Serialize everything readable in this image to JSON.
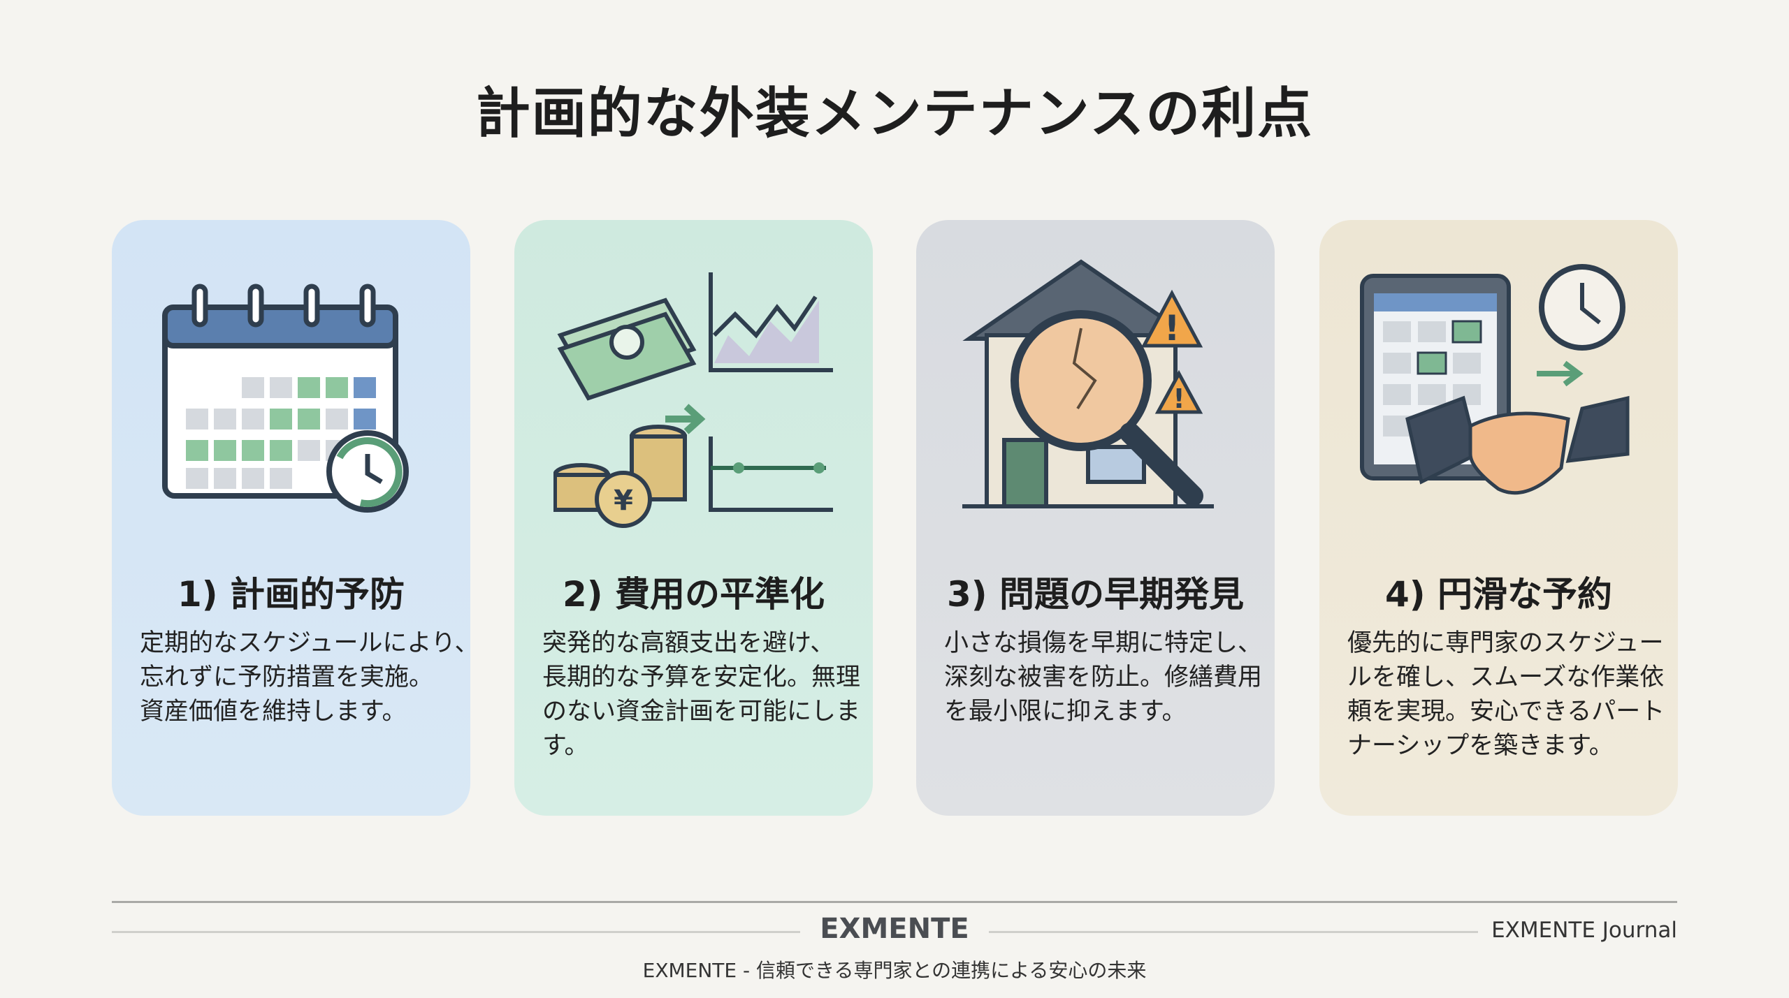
{
  "title": "計画的な外装メンテナンスの利点",
  "cards": [
    {
      "heading": "1) 計画的予防",
      "icon": "calendar-check-icon",
      "lines": [
        "定期的なスケジュールにより、",
        "忘れずに予防措置を実施。",
        "資産価値を維持します。"
      ]
    },
    {
      "heading": "2) 費用の平準化",
      "icon": "money-chart-icon",
      "lines": [
        "突発的な高額支出を避け、",
        "長期的な予算を安定化。無理",
        "のない資金計画を可能にしま",
        "す。"
      ]
    },
    {
      "heading": "3) 問題の早期発見",
      "icon": "house-magnifier-icon",
      "lines": [
        "小さな損傷を早期に特定し、",
        "深刻な被害を防止。修繕費用",
        "を最小限に抑えます。"
      ]
    },
    {
      "heading": "4) 円滑な予約",
      "icon": "tablet-handshake-icon",
      "lines": [
        "優先的に専門家のスケジュー",
        "ルを確し、スムーズな作業依",
        "頼を実現。安心できるパート",
        "ナーシップを築きます。"
      ]
    }
  ],
  "footer": {
    "brand": "EXMENTE",
    "journal": "EXMENTE Journal",
    "tagline": "EXMENTE - 信頼できる専門家との連携による安心の未来"
  },
  "colors": {
    "card1": "#d6e6f5",
    "card2": "#d3ece3",
    "card3": "#dcdfe3",
    "card4": "#efe8d8",
    "navy": "#2f3e4e",
    "green": "#5a9e78"
  }
}
